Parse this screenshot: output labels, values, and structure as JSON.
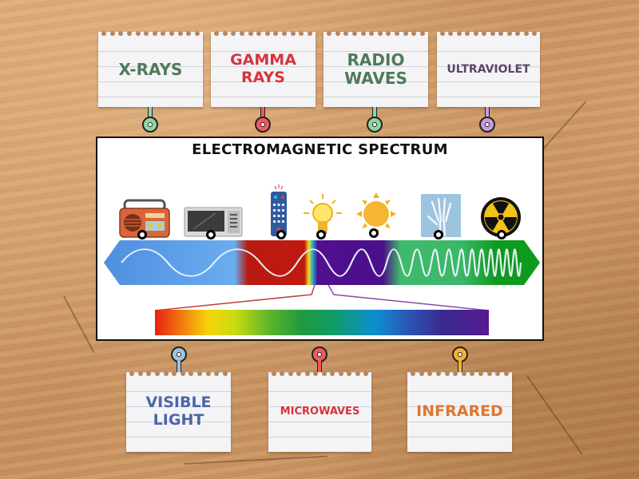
{
  "game": {
    "type": "labelled-diagram",
    "background": "wood-texture"
  },
  "diagram": {
    "title": "ELECTROMAGNETIC SPECTRUM",
    "spectrum_band_colors": [
      "#4f8fe0",
      "#6aacf0",
      "#b81a10",
      "#520f8f",
      "#3fba6a",
      "#0e9a1e"
    ],
    "images": [
      {
        "name": "radio-icon",
        "desc": "radio"
      },
      {
        "name": "microwave-oven-icon",
        "desc": "microwave oven"
      },
      {
        "name": "remote-control-icon",
        "desc": "remote control"
      },
      {
        "name": "light-bulb-icon",
        "desc": "light bulb"
      },
      {
        "name": "sun-icon",
        "desc": "sun"
      },
      {
        "name": "xray-hand-icon",
        "desc": "x-ray hand"
      },
      {
        "name": "radiation-icon",
        "desc": "radiation symbol"
      }
    ]
  },
  "cards_top": [
    {
      "label": "X-RAYS",
      "color": "#4f7a5a",
      "pin_color": "#8fd6a0"
    },
    {
      "label": "GAMMA RAYS",
      "color": "#d8333c",
      "pin_color": "#ef5a5e"
    },
    {
      "label": "RADIO WAVES",
      "color": "#4f7a5a",
      "pin_color": "#8fd6a0"
    },
    {
      "label": "ULTRAVIOLET",
      "color": "#5a4663",
      "pin_color": "#c89ad8"
    }
  ],
  "cards_bottom": [
    {
      "label": "VISIBLE LIGHT",
      "color": "#4d66a8",
      "pin_color": "#9cc4dc"
    },
    {
      "label": "MICROWAVES",
      "color": "#d8333c",
      "pin_color": "#ef5a5e"
    },
    {
      "label": "INFRARED",
      "color": "#e0762c",
      "pin_color": "#f4b133"
    }
  ]
}
